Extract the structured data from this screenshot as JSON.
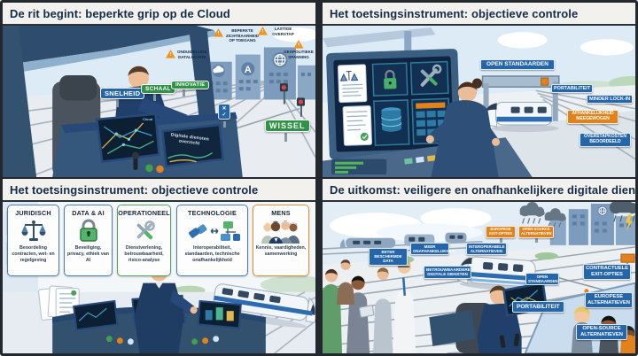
{
  "icons": {
    "warning": "!",
    "x_mark": "✕",
    "check_mark": "✓"
  },
  "colors": {
    "frame": "#23282e",
    "title_bg": "#f2f1ed",
    "title_text": "#152b47",
    "label_blue": "#2566ab",
    "label_orange": "#e2821c",
    "sign_green": "#2f9247",
    "sign_blue": "#2566ab",
    "warning_orange": "#f0941d"
  },
  "panel1": {
    "title": "De rit begint: beperkte grip op de Cloud",
    "warnings": [
      "ONDUIDELIJKE DATALOCATIE",
      "BEPERKTE ZICHTBAARHEID OP TOEGANG",
      "LASTIGE OVERSTAP",
      "GEOPOLITIEKE SPANNING"
    ],
    "signs": [
      "SNELHEID",
      "SCHAAL",
      "INNOVATIE",
      "WISSEL"
    ],
    "cloud_provider_letter": "A",
    "screen_caption": "Digitale diensten overzicht",
    "map_label": "Cloud"
  },
  "panel2": {
    "title": "Het toetsingsinstrument: objectieve controle",
    "gantry_label": "OPEN STANDAARDEN",
    "labels": [
      {
        "text": "PORTABILITEIT",
        "style": "blue"
      },
      {
        "text": "MINDER LOCK-IN",
        "style": "blue"
      },
      {
        "text": "AFHANKELIJKHEID MEEGEWOGEN",
        "style": "orange"
      },
      {
        "text": "OVERSTAPKOSTEN BEOORDEELD",
        "style": "blue"
      }
    ]
  },
  "panel3": {
    "title": "Het toetsingsinstrument: objectieve controle",
    "cards": [
      {
        "title": "JURIDISCH",
        "desc": "Beoordeling contracten, wet- en regelgeving"
      },
      {
        "title": "DATA & AI",
        "desc": "Beveiliging, privacy, ethiek van AI"
      },
      {
        "title": "OPERATIONEEL",
        "desc": "Dienstverlening, betrouwbaarheid, risico-analyse"
      },
      {
        "title": "TECHNOLOGIE",
        "desc": "Interoperabiliteit, standaarden, technische onafhankelijkheid"
      },
      {
        "title": "MENS",
        "desc": "Kennis, vaardigheden, samenwerking"
      }
    ]
  },
  "panel4": {
    "title": "De uitkomst: veiligere en onafhankelijkere digitale diensten",
    "signposts_orange": [
      "EUROPESE EXIT-OPTIES",
      "OPEN-SOURCE ALTERNATIEVEN"
    ],
    "labels_blue": [
      "BETER BESCHERMDE DATA",
      "MEER ONAFHANKELIJKHEID",
      "INTEROPERABELE ALTERNATIEVEN",
      "BETROUWBAARDERE DIGITALE DIENSTEN",
      "OPEN STANDAARDEN",
      "PORTABILITEIT",
      "CONTRACTUELE EXIT-OPTIES",
      "EUROPESE ALTERNATIEVEN",
      "OPEN-SOURCE ALTERNATIEVEN"
    ]
  }
}
